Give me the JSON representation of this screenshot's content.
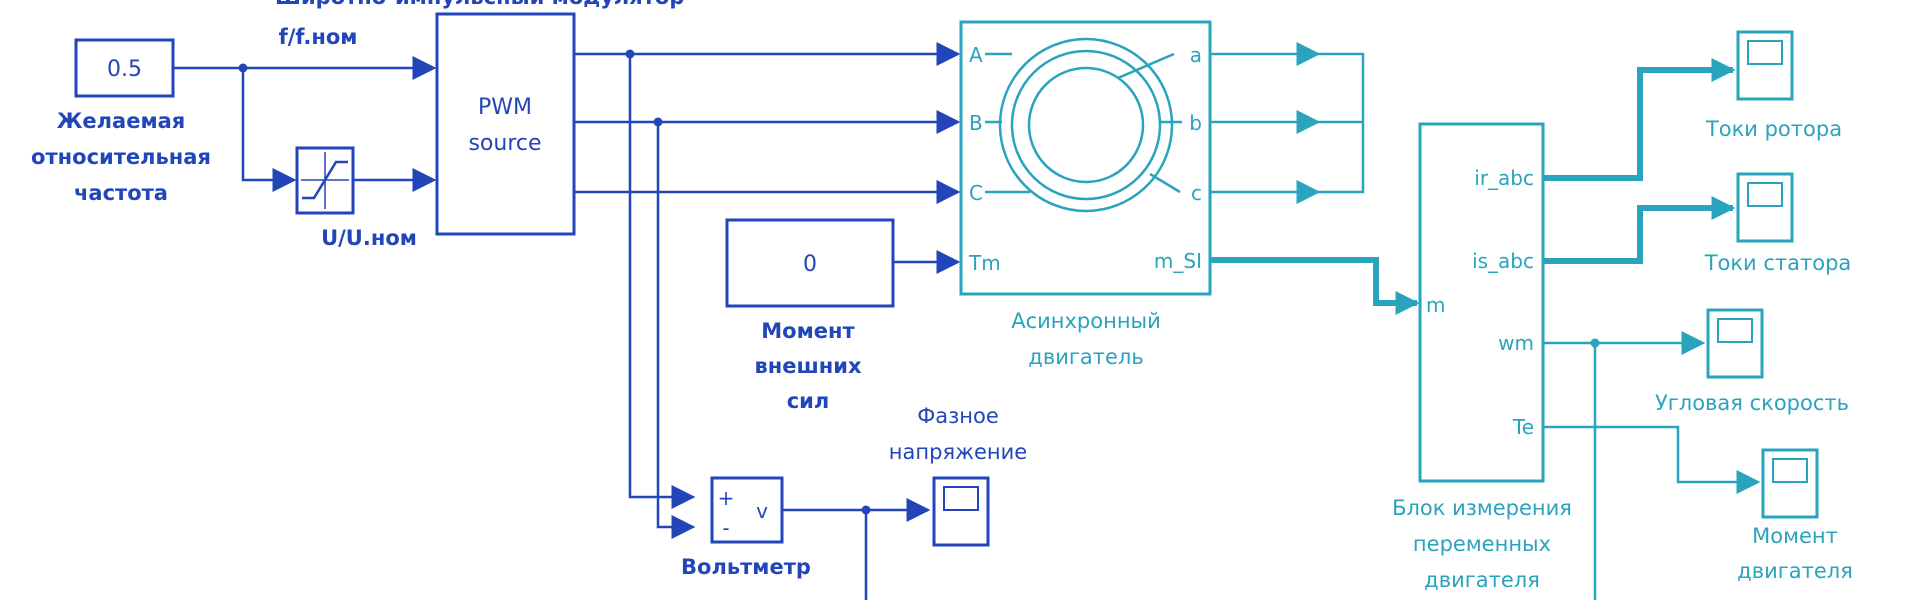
{
  "colors": {
    "blue": "#2246b9",
    "teal": "#2aa3bd",
    "background": "#ffffff"
  },
  "diagram": {
    "top_label_partial": "Широтно-импульсный модулятор",
    "constant_block": {
      "value": "0.5",
      "caption": [
        "Желаемая",
        "относительная",
        "частота"
      ]
    },
    "freq_label": "f/f.ном",
    "voltage_label": "U/U.ном",
    "pwm_block": {
      "line1": "PWM",
      "line2": "source"
    },
    "torque_const": {
      "value": "0",
      "caption": [
        "Момент",
        "внешних",
        "сил"
      ]
    },
    "motor_block": {
      "inputs": [
        "A",
        "B",
        "C",
        "Tm"
      ],
      "outputs": [
        "a",
        "b",
        "c",
        "m_SI"
      ],
      "caption": [
        "Асинхронный",
        "двигатель"
      ]
    },
    "voltmeter": {
      "plus": "+",
      "minus": "-",
      "symbol": "v",
      "caption": "Вольтметр"
    },
    "phase_voltage_scope": {
      "caption": [
        "Фазное",
        "напряжение"
      ]
    },
    "measurement_block": {
      "input": "m",
      "outputs": [
        "ir_abc",
        "is_abc",
        "wm",
        "Te"
      ],
      "caption": [
        "Блок измерения",
        "переменных",
        "двигателя"
      ]
    },
    "scopes": [
      {
        "caption": [
          "Токи ротора"
        ]
      },
      {
        "caption": [
          "Токи статора"
        ]
      },
      {
        "caption": [
          "Угловая скорость"
        ]
      },
      {
        "caption": [
          "Момент",
          "двигателя"
        ]
      }
    ]
  }
}
